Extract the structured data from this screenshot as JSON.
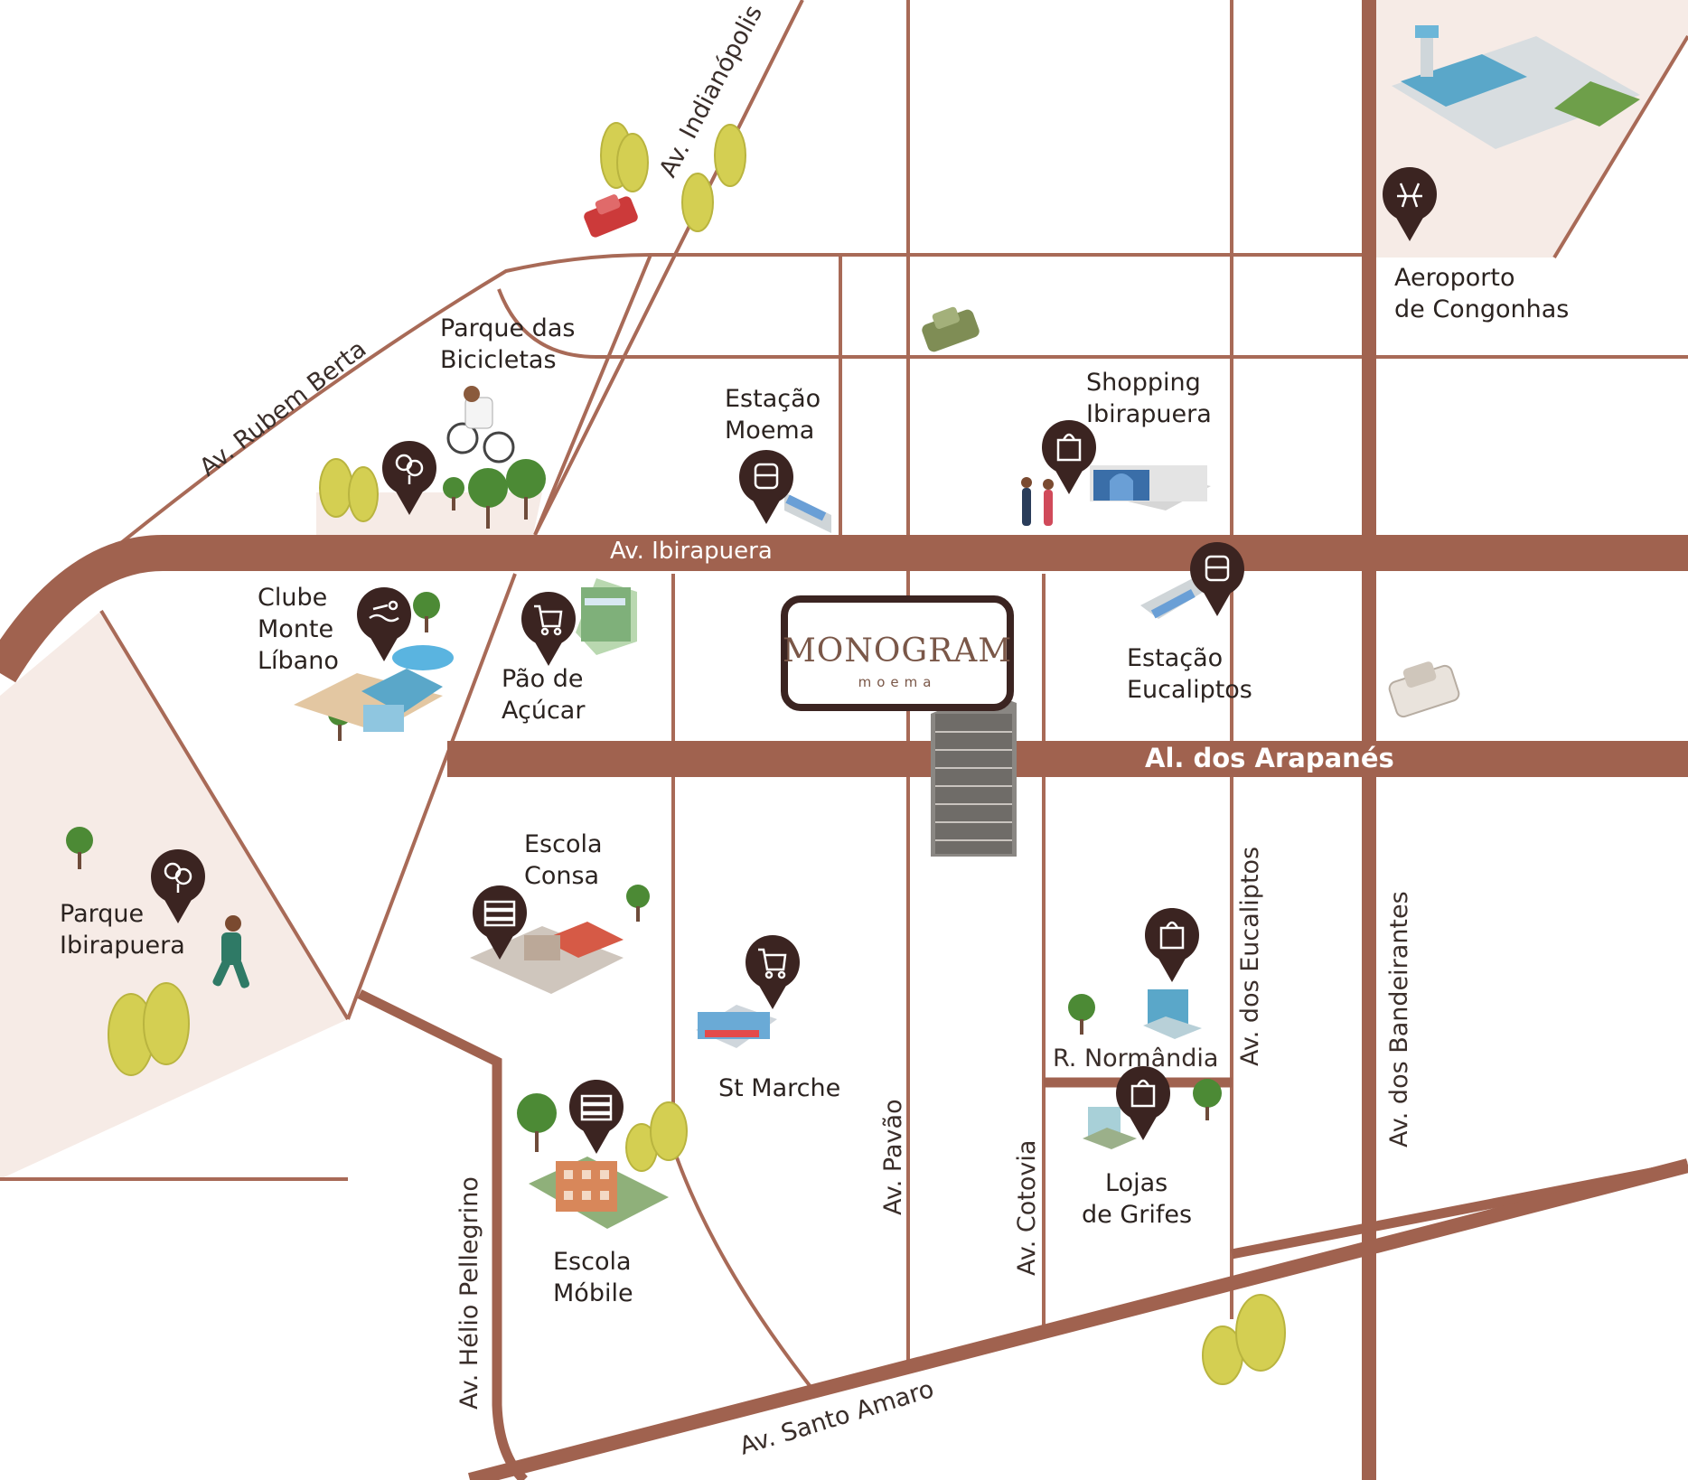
{
  "colors": {
    "road": "#a0624f",
    "road_thin": "#a86a57",
    "park_fill": "#f6ebe6",
    "pin": "#3b2421",
    "tree_yellow": "#d4cf52",
    "tree_green": "#4c8a35"
  },
  "logo": {
    "title": "MONOGRAM",
    "subtitle": "moema"
  },
  "roads": {
    "indianopolis": "Av. Indianópolis",
    "rubem_berta": "Av. Rubem Berta",
    "ibirapuera": "Av. Ibirapuera",
    "arapanes": "Al. dos Arapanés",
    "eucaliptos": "Av. dos Eucaliptos",
    "bandeirantes": "Av. dos Bandeirantes",
    "pavao": "Av. Pavão",
    "cotovia": "Av. Cotovia",
    "helio_pellegrino": "Av. Hélio Pellegrino",
    "santo_amaro": "Av. Santo Amaro",
    "normandia": "R. Normândia"
  },
  "places": {
    "aeroporto": {
      "line1": "Aeroporto",
      "line2": "de Congonhas",
      "icon": "airplane-icon"
    },
    "shopping": {
      "line1": "Shopping",
      "line2": "Ibirapuera",
      "icon": "shopping-bag-icon"
    },
    "estacao_moema": {
      "line1": "Estação",
      "line2": "Moema",
      "icon": "train-icon"
    },
    "parque_bicicletas": {
      "line1": "Parque das",
      "line2": "Bicicletas",
      "icon": "tree-icon"
    },
    "clube": {
      "line1": "Clube",
      "line2": "Monte",
      "line3": "Líbano",
      "icon": "swimming-icon"
    },
    "pao_de_acucar": {
      "line1": "Pão de",
      "line2": "Açúcar",
      "icon": "shopping-cart-icon"
    },
    "estacao_eucaliptos": {
      "line1": "Estação",
      "line2": "Eucaliptos",
      "icon": "train-icon"
    },
    "parque_ibirapuera": {
      "line1": "Parque",
      "line2": "Ibirapuera",
      "icon": "tree-icon"
    },
    "escola_consa": {
      "line1": "Escola",
      "line2": "Consa",
      "icon": "books-icon"
    },
    "st_marche": {
      "line1": "St Marche",
      "icon": "shopping-cart-icon"
    },
    "escola_mobile": {
      "line1": "Escola",
      "line2": "Móbile",
      "icon": "books-icon"
    },
    "lojas_grifes": {
      "line1": "Lojas",
      "line2": "de Grifes",
      "icon": "shopping-bag-icon"
    },
    "normandia_shop": {
      "icon": "shopping-bag-icon"
    }
  }
}
